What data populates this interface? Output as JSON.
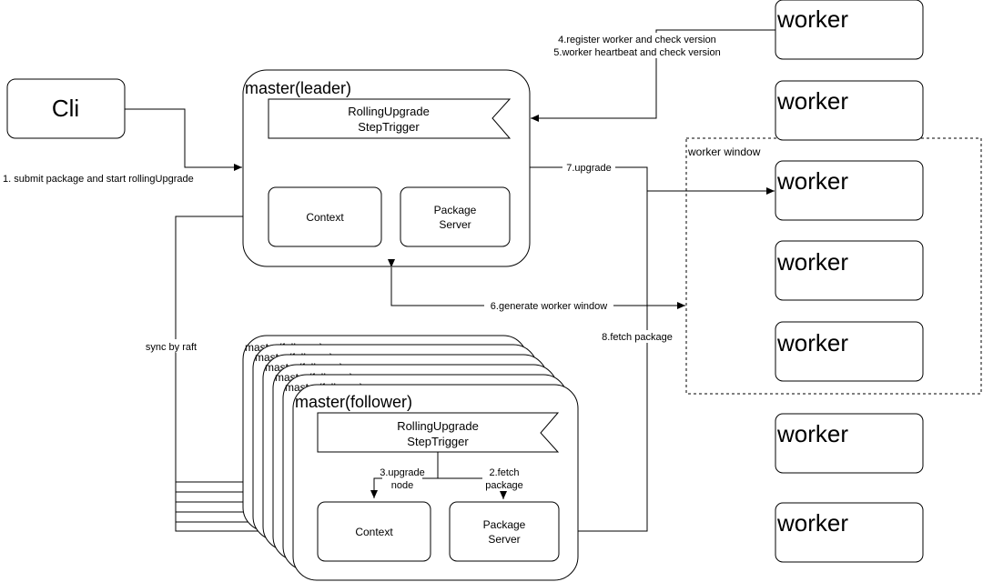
{
  "cli": {
    "label": "Cli"
  },
  "leader": {
    "title": "master(leader)",
    "trigger_line1": "RollingUpgrade",
    "trigger_line2": "StepTrigger",
    "context": "Context",
    "package_server_line1": "Package",
    "package_server_line2": "Server"
  },
  "follower": {
    "title": "master(follower)",
    "stack_title": "master(follower)",
    "trigger_line1": "RollingUpgrade",
    "trigger_line2": "StepTrigger",
    "context": "Context",
    "package_server_line1": "Package",
    "package_server_line2": "Server"
  },
  "workers": [
    "worker",
    "worker",
    "worker",
    "worker",
    "worker",
    "worker",
    "worker"
  ],
  "worker_window": {
    "label": "worker window"
  },
  "edges": {
    "submit": "1. submit package and start  rollingUpgrade",
    "upgrade_node_line1": "3.upgrade",
    "upgrade_node_line2": "node",
    "fetch_line1": "2.fetch",
    "fetch_line2": "package",
    "register": "4.register worker and check version",
    "heartbeat": "5.worker heartbeat and check version",
    "generate_window": "6.generate worker window",
    "upgrade": "7.upgrade",
    "fetch_package": "8.fetch package",
    "sync": "sync by raft"
  }
}
